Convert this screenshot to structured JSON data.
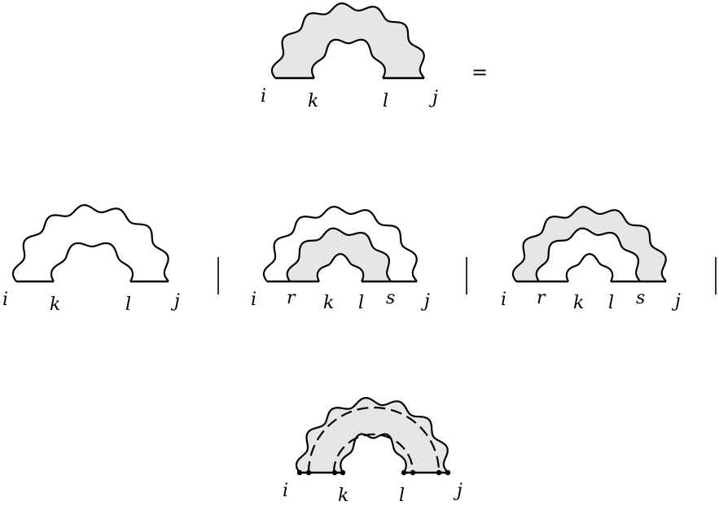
{
  "equation": {
    "lhs_labels": [
      "i",
      "k",
      "l",
      "j"
    ],
    "equals": "=",
    "separator": "|"
  },
  "diagrams": [
    {
      "labels": [
        "i",
        "k",
        "l",
        "j"
      ]
    },
    {
      "labels": [
        "i",
        "r",
        "k",
        "l",
        "s",
        "j"
      ]
    },
    {
      "labels": [
        "i",
        "r",
        "k",
        "l",
        "s",
        "j"
      ]
    }
  ],
  "bottom_diagram": {
    "labels": [
      "i",
      "k",
      "l",
      "j"
    ]
  },
  "colors": {
    "line": "#000000",
    "shade": "#e6e6e6",
    "background": "#ffffff"
  }
}
